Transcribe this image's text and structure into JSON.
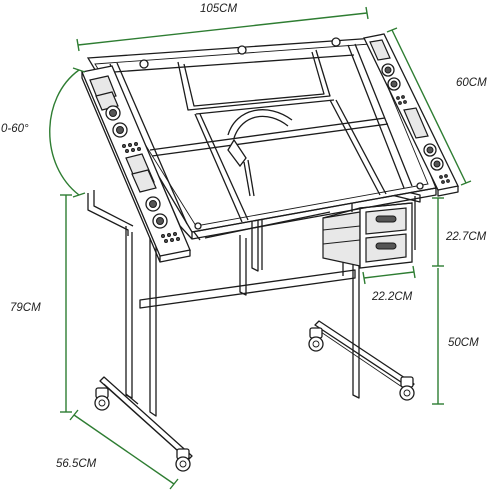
{
  "dimensions": {
    "width": "105CM",
    "depth": "56.5CM",
    "height": "79CM",
    "angle": "0-60°",
    "top_depth": "60CM",
    "drawer_height": "22.7CM",
    "drawer_width": "22.2CM",
    "drawer_to_floor": "50CM"
  },
  "colors": {
    "dimension_line": "#2e7d32",
    "outline": "#1c1c1c"
  }
}
